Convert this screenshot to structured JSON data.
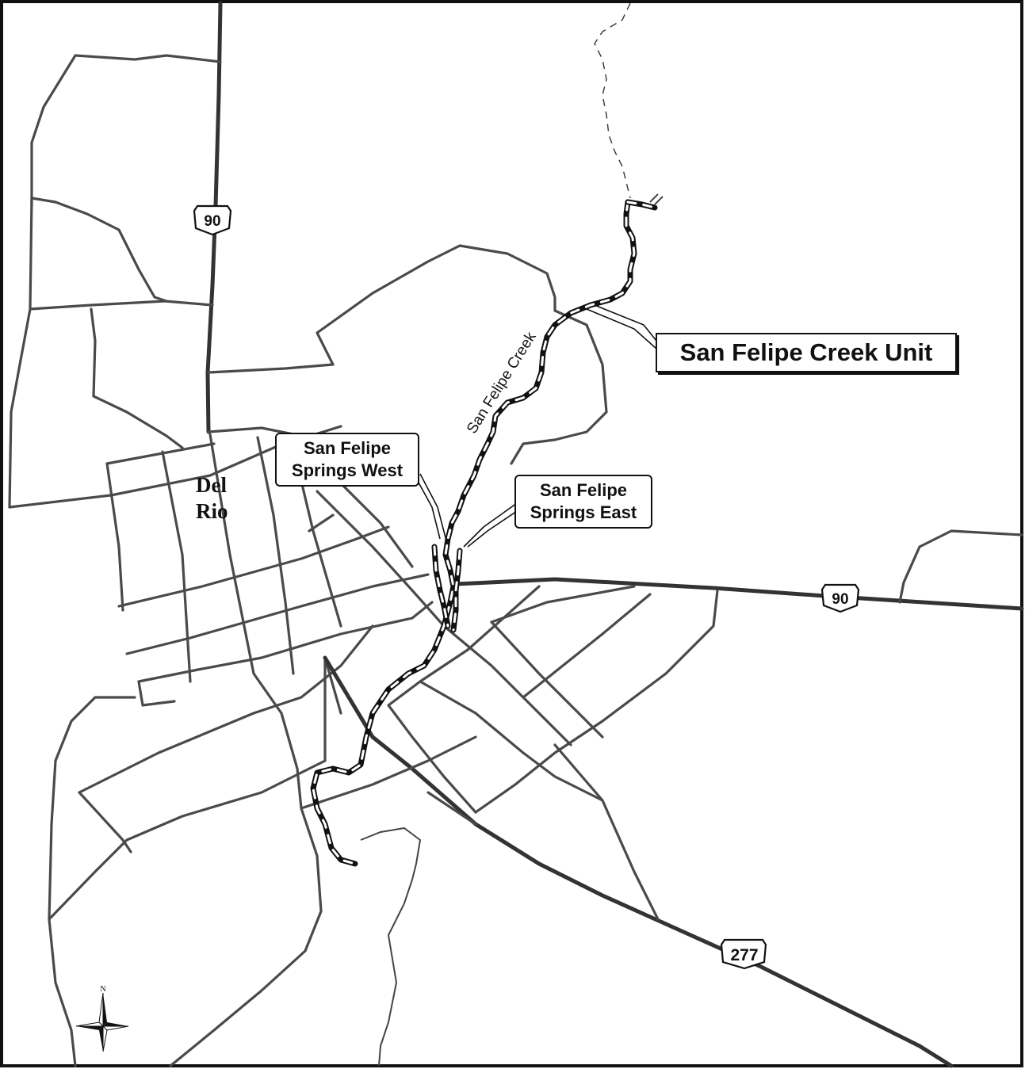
{
  "map": {
    "town": {
      "line1": "Del",
      "line2": "Rio"
    },
    "creek_name": "San Felipe Creek",
    "callouts": {
      "west": {
        "line1": "San Felipe",
        "line2": "Springs West"
      },
      "east": {
        "line1": "San Felipe",
        "line2": "Springs East"
      },
      "unit": "San Felipe Creek Unit"
    },
    "shields": {
      "us90_north": "90",
      "us90_east": "90",
      "us277": "277"
    },
    "compass": {
      "north_label": "N"
    }
  }
}
